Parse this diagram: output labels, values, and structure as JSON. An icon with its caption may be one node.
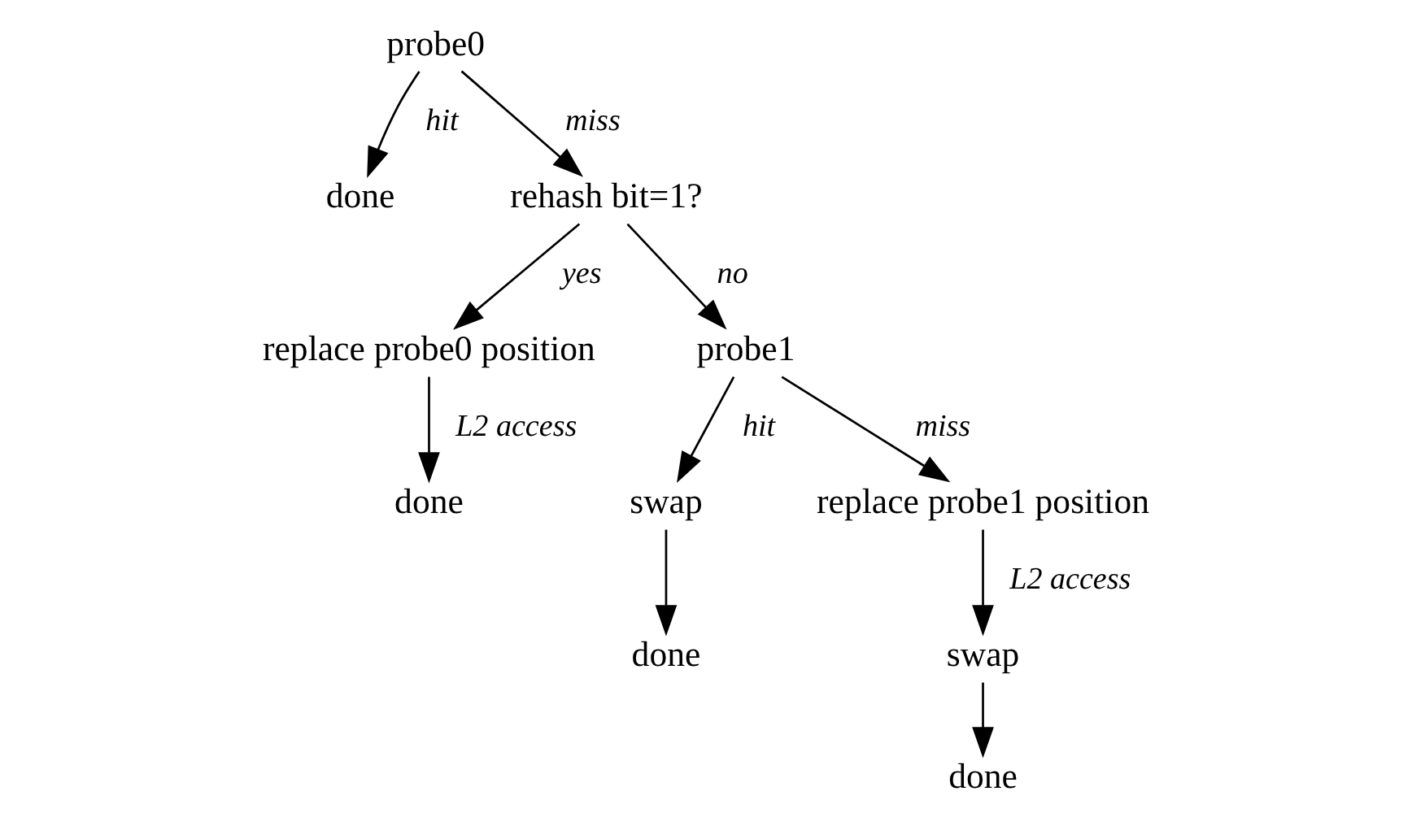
{
  "diagram": {
    "nodes": [
      {
        "text": [
          "probe0"
        ]
      },
      {
        "text": [
          "done"
        ]
      },
      {
        "text": [
          "rehash bit=1?"
        ]
      },
      {
        "text": [
          "replace probe0 position"
        ]
      },
      {
        "text": [
          "done"
        ]
      },
      {
        "text": [
          "probe1"
        ]
      },
      {
        "text": [
          "swap"
        ]
      },
      {
        "text": [
          "done"
        ]
      },
      {
        "text": [
          "replace probe1 position"
        ]
      },
      {
        "text": [
          "swap"
        ]
      },
      {
        "text": [
          "done"
        ]
      }
    ],
    "edges": [
      {
        "from": 0,
        "to": 1,
        "arrow": "to",
        "label": "hit"
      },
      {
        "from": 0,
        "to": 2,
        "arrow": "to",
        "label": "miss"
      },
      {
        "from": 2,
        "to": 3,
        "arrow": "to",
        "label": "yes"
      },
      {
        "from": 2,
        "to": 5,
        "arrow": "to",
        "label": "no"
      },
      {
        "from": 3,
        "to": 4,
        "arrow": "to",
        "label": "L2 access"
      },
      {
        "from": 5,
        "to": 6,
        "arrow": "to",
        "label": "hit"
      },
      {
        "from": 5,
        "to": 8,
        "arrow": "to",
        "label": "miss"
      },
      {
        "from": 6,
        "to": 7,
        "arrow": "to"
      },
      {
        "from": 8,
        "to": 9,
        "arrow": "to",
        "label": "L2 access"
      },
      {
        "from": 9,
        "to": 10,
        "arrow": "to"
      }
    ]
  }
}
